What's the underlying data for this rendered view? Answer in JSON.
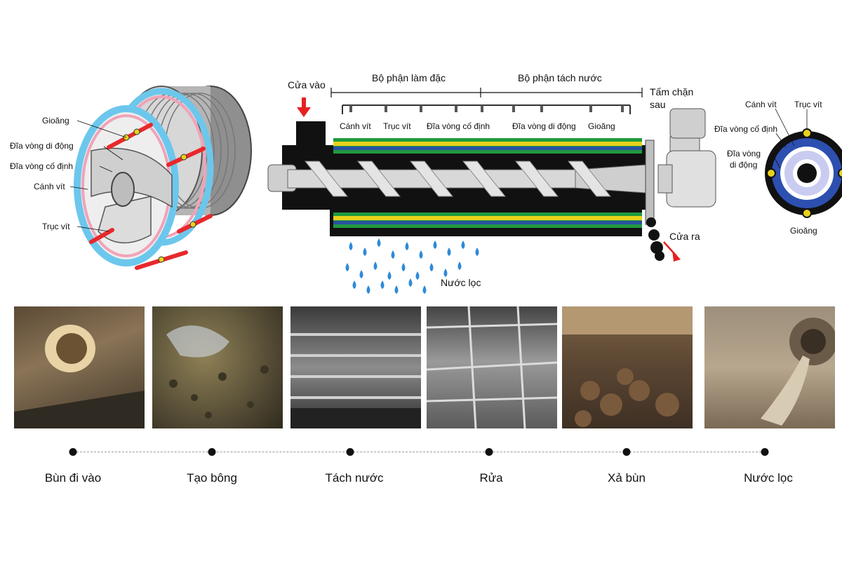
{
  "left_module": {
    "labels": [
      "Gioăng",
      "Đĩa vòng di động",
      "Đĩa vòng cố định",
      "Cánh vít",
      "Trục vít"
    ]
  },
  "machine": {
    "inlet": "Cửa vào",
    "thickening_section": "Bộ phận làm đặc",
    "dewatering_section": "Bộ phận tách nước",
    "back_plate": [
      "Tấm chặn",
      "sau"
    ],
    "inner_labels": [
      "Cánh vít",
      "Trục vít",
      "Đĩa vòng cố định",
      "Đĩa vòng di động",
      "Gioăng"
    ],
    "outlet": "Cửa ra",
    "filtrate": "Nước lọc"
  },
  "cross_section": {
    "labels": [
      "Cánh vít",
      "Trục vít",
      "Đĩa vòng cố định",
      "Đĩa vòng",
      "di động",
      "Gioăng"
    ]
  },
  "steps": [
    {
      "label": "Bùn đi vào"
    },
    {
      "label": "Tạo bông"
    },
    {
      "label": "Tách nước"
    },
    {
      "label": "Rửa"
    },
    {
      "label": "Xả bùn"
    },
    {
      "label": "Nước lọc"
    }
  ],
  "colors": {
    "ring_blue": "#6cc7ec",
    "ring_pink": "#f0a3b8",
    "bolt_red": "#e8282b",
    "plate_green": "#1f9a3e",
    "plate_yellow": "#e7d21b",
    "plate_blue": "#27539e",
    "drop_blue": "#2e8ad8",
    "arrow_red": "#e62020"
  }
}
